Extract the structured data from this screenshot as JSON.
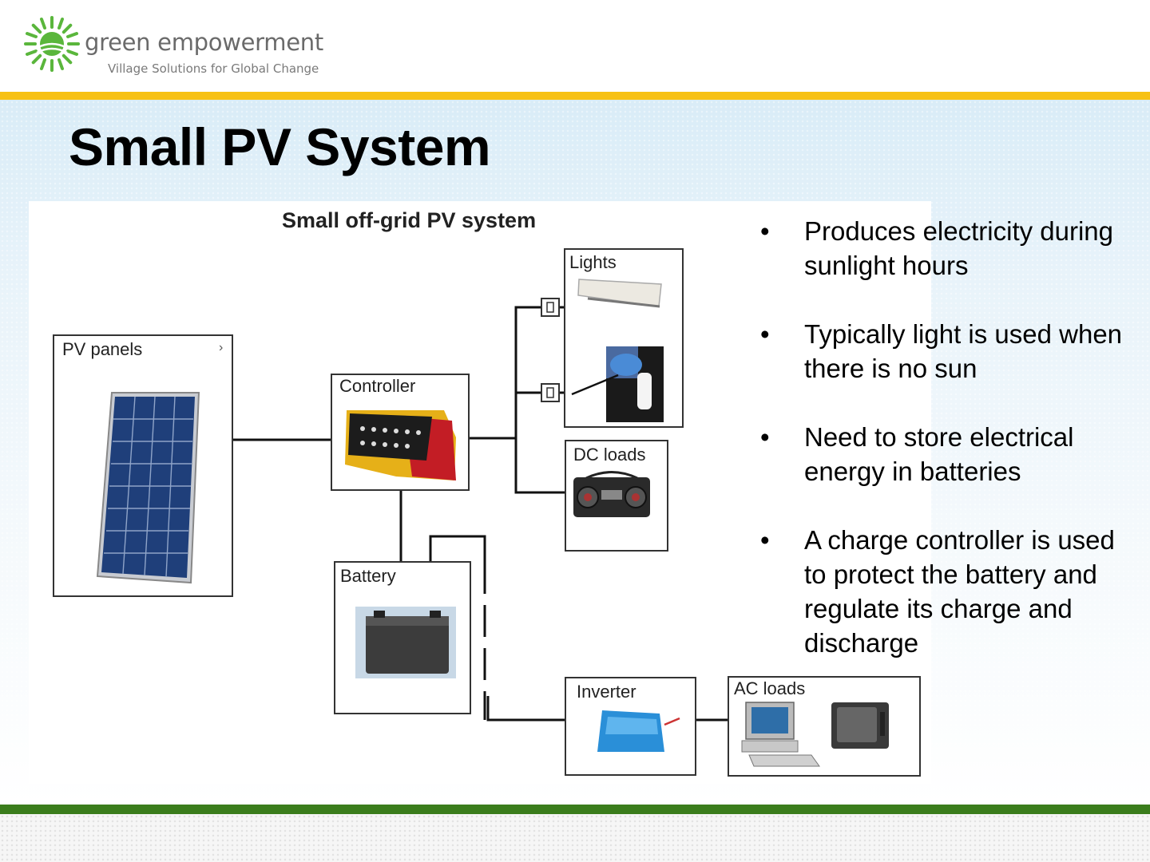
{
  "brand": {
    "name": "green empowerment",
    "tagline": "Village Solutions for Global Change",
    "sun_color": "#5ab63c",
    "accent_yellow": "#f7c114",
    "accent_green": "#3b7d1c"
  },
  "slide": {
    "title": "Small PV System"
  },
  "diagram": {
    "title": "Small off-grid PV system",
    "nodes": {
      "pv_panels": "PV panels",
      "controller": "Controller",
      "lights": "Lights",
      "dc_loads": "DC loads",
      "battery": "Battery",
      "inverter": "Inverter",
      "ac_loads": "AC loads"
    }
  },
  "bullets": [
    "Produces electricity during sunlight hours",
    "Typically light is used when there is no sun",
    "Need to store electrical energy in batteries",
    "A charge controller is used to protect the battery and regulate its charge and discharge"
  ]
}
